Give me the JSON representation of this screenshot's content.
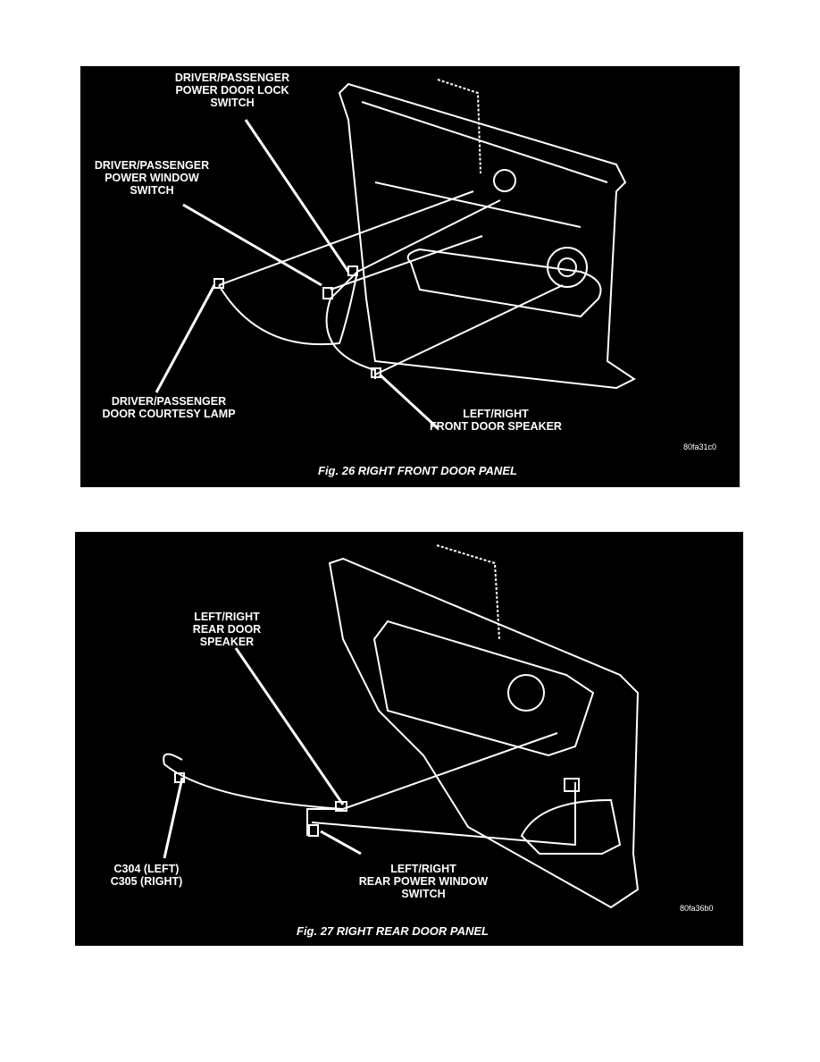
{
  "figures": [
    {
      "caption": "Fig. 26 RIGHT FRONT DOOR PANEL",
      "code": "80fa31c0",
      "labels": [
        "DRIVER/PASSENGER\nPOWER DOOR LOCK\nSWITCH",
        "DRIVER/PASSENGER\nPOWER WINDOW\nSWITCH",
        "DRIVER/PASSENGER\nDOOR COURTESY LAMP",
        "LEFT/RIGHT\nFRONT DOOR SPEAKER"
      ]
    },
    {
      "caption": "Fig. 27 RIGHT REAR DOOR PANEL",
      "code": "80fa36b0",
      "labels": [
        "LEFT/RIGHT\nREAR DOOR\nSPEAKER",
        "C304 (LEFT)\nC305 (RIGHT)",
        "LEFT/RIGHT\nREAR POWER WINDOW\nSWITCH"
      ]
    }
  ]
}
